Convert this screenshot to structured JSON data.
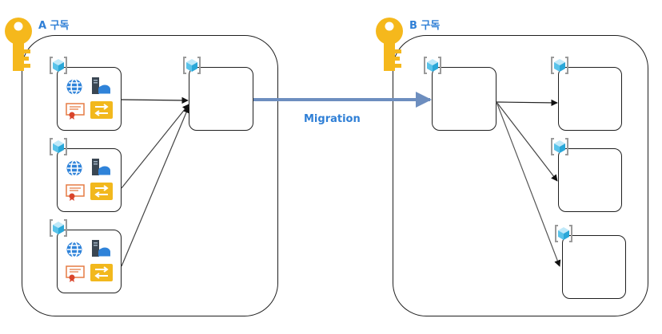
{
  "subscriptions": {
    "a": {
      "title": "A 구독"
    },
    "b": {
      "title": "B 구독"
    }
  },
  "migration": {
    "label": "Migration"
  },
  "colors": {
    "accent": "#2f7fd6",
    "arrow_main": "#6d8ebf",
    "key": "#f5b81c",
    "cube": "#59c3ea"
  },
  "icons": {
    "subscription": "key-icon",
    "resource_group": "resource-group-cube-icon",
    "resources": [
      "globe-icon",
      "server-cloud-icon",
      "certificate-icon",
      "transfer-icon"
    ]
  }
}
